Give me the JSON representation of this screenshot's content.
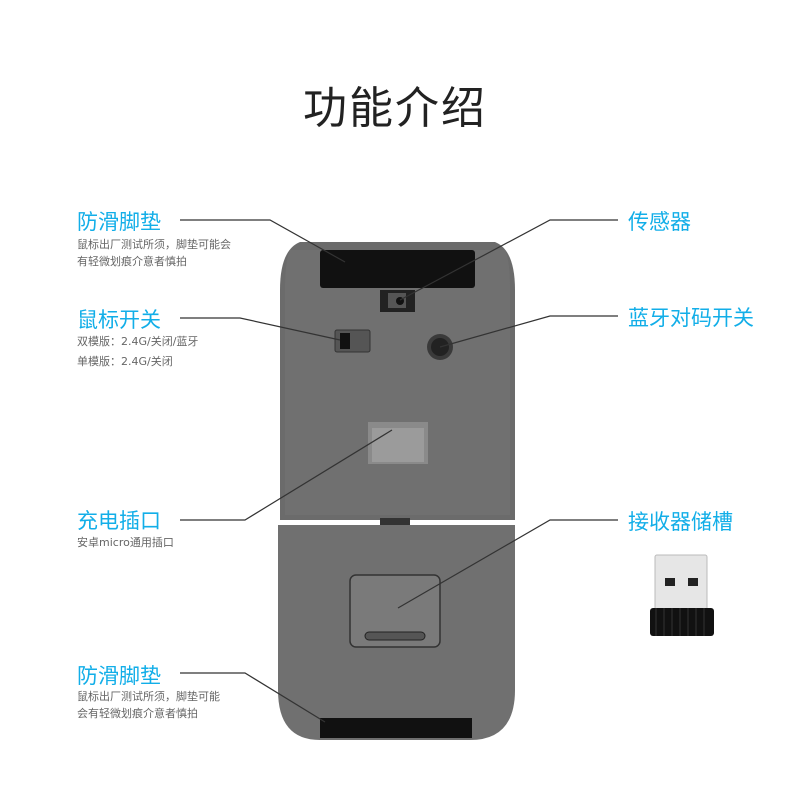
{
  "title": "功能介绍",
  "accent_color": "#12aee8",
  "features": {
    "antislip_top": {
      "label": "防滑脚垫",
      "desc": [
        "鼠标出厂测试所须，脚垫可能会",
        "有轻微划痕介意者慎拍"
      ]
    },
    "mouse_switch": {
      "label": "鼠标开关",
      "desc": [
        "双模版：2.4G/关闭/蓝牙",
        "单模版：2.4G/关闭"
      ]
    },
    "charging_port": {
      "label": "充电插口",
      "desc": [
        "安卓micro通用插口"
      ]
    },
    "antislip_bottom": {
      "label": "防滑脚垫",
      "desc": [
        "鼠标出厂测试所须，脚垫可能",
        "会有轻微划痕介意者慎拍"
      ]
    },
    "sensor": {
      "label": "传感器"
    },
    "bt_pair_switch": {
      "label": "蓝牙对码开关"
    },
    "receiver_slot": {
      "label": "接收器储槽"
    }
  }
}
